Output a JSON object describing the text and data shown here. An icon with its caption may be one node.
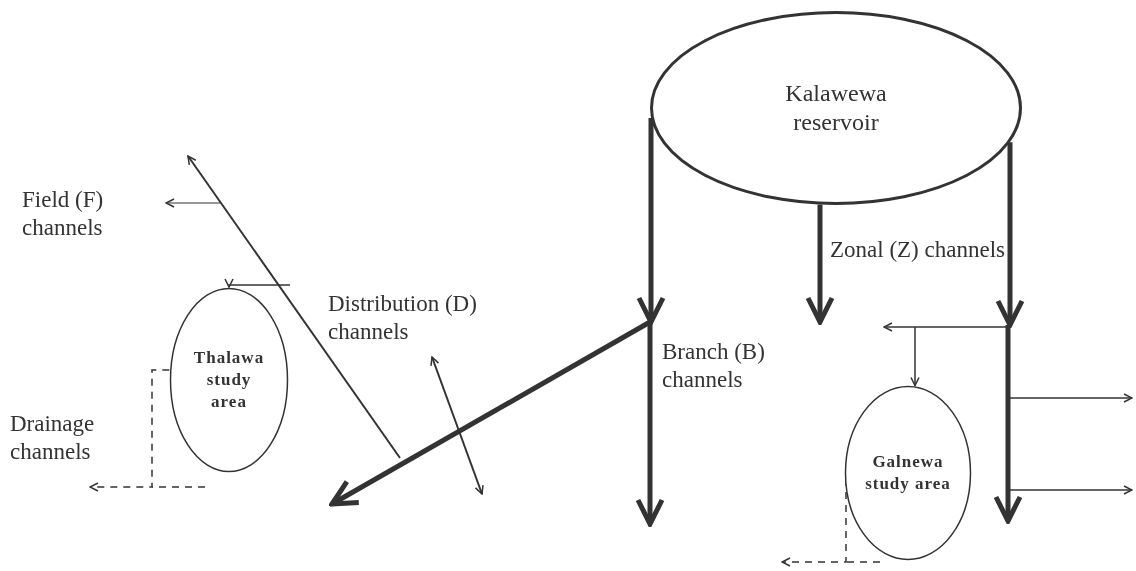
{
  "diagram": {
    "nodes": [
      {
        "text": [
          "Kalawewa reservoir"
        ]
      },
      {
        "text": [
          "Thalawa study area"
        ]
      },
      {
        "text": [
          "Galnewa study area"
        ]
      }
    ],
    "edges": [
      {
        "from": 0,
        "to": null,
        "arrow": "to",
        "style": "thick"
      },
      {
        "from": 0,
        "to": null,
        "arrow": "to",
        "style": "thick"
      },
      {
        "from": 0,
        "to": null,
        "arrow": "to",
        "style": "thick"
      },
      {
        "from": null,
        "to": 1,
        "arrow": "to"
      },
      {
        "from": null,
        "to": 2,
        "arrow": "to"
      },
      {
        "from": 1,
        "to": null,
        "arrow": "to",
        "style": "dashed"
      },
      {
        "from": 2,
        "to": null,
        "arrow": "to",
        "style": "dashed"
      }
    ],
    "labels": [
      "Field (F) channels",
      "Zonal (Z) channels",
      "Distribution (D) channels",
      "Branch (B) channels",
      "Drainage channels"
    ]
  }
}
